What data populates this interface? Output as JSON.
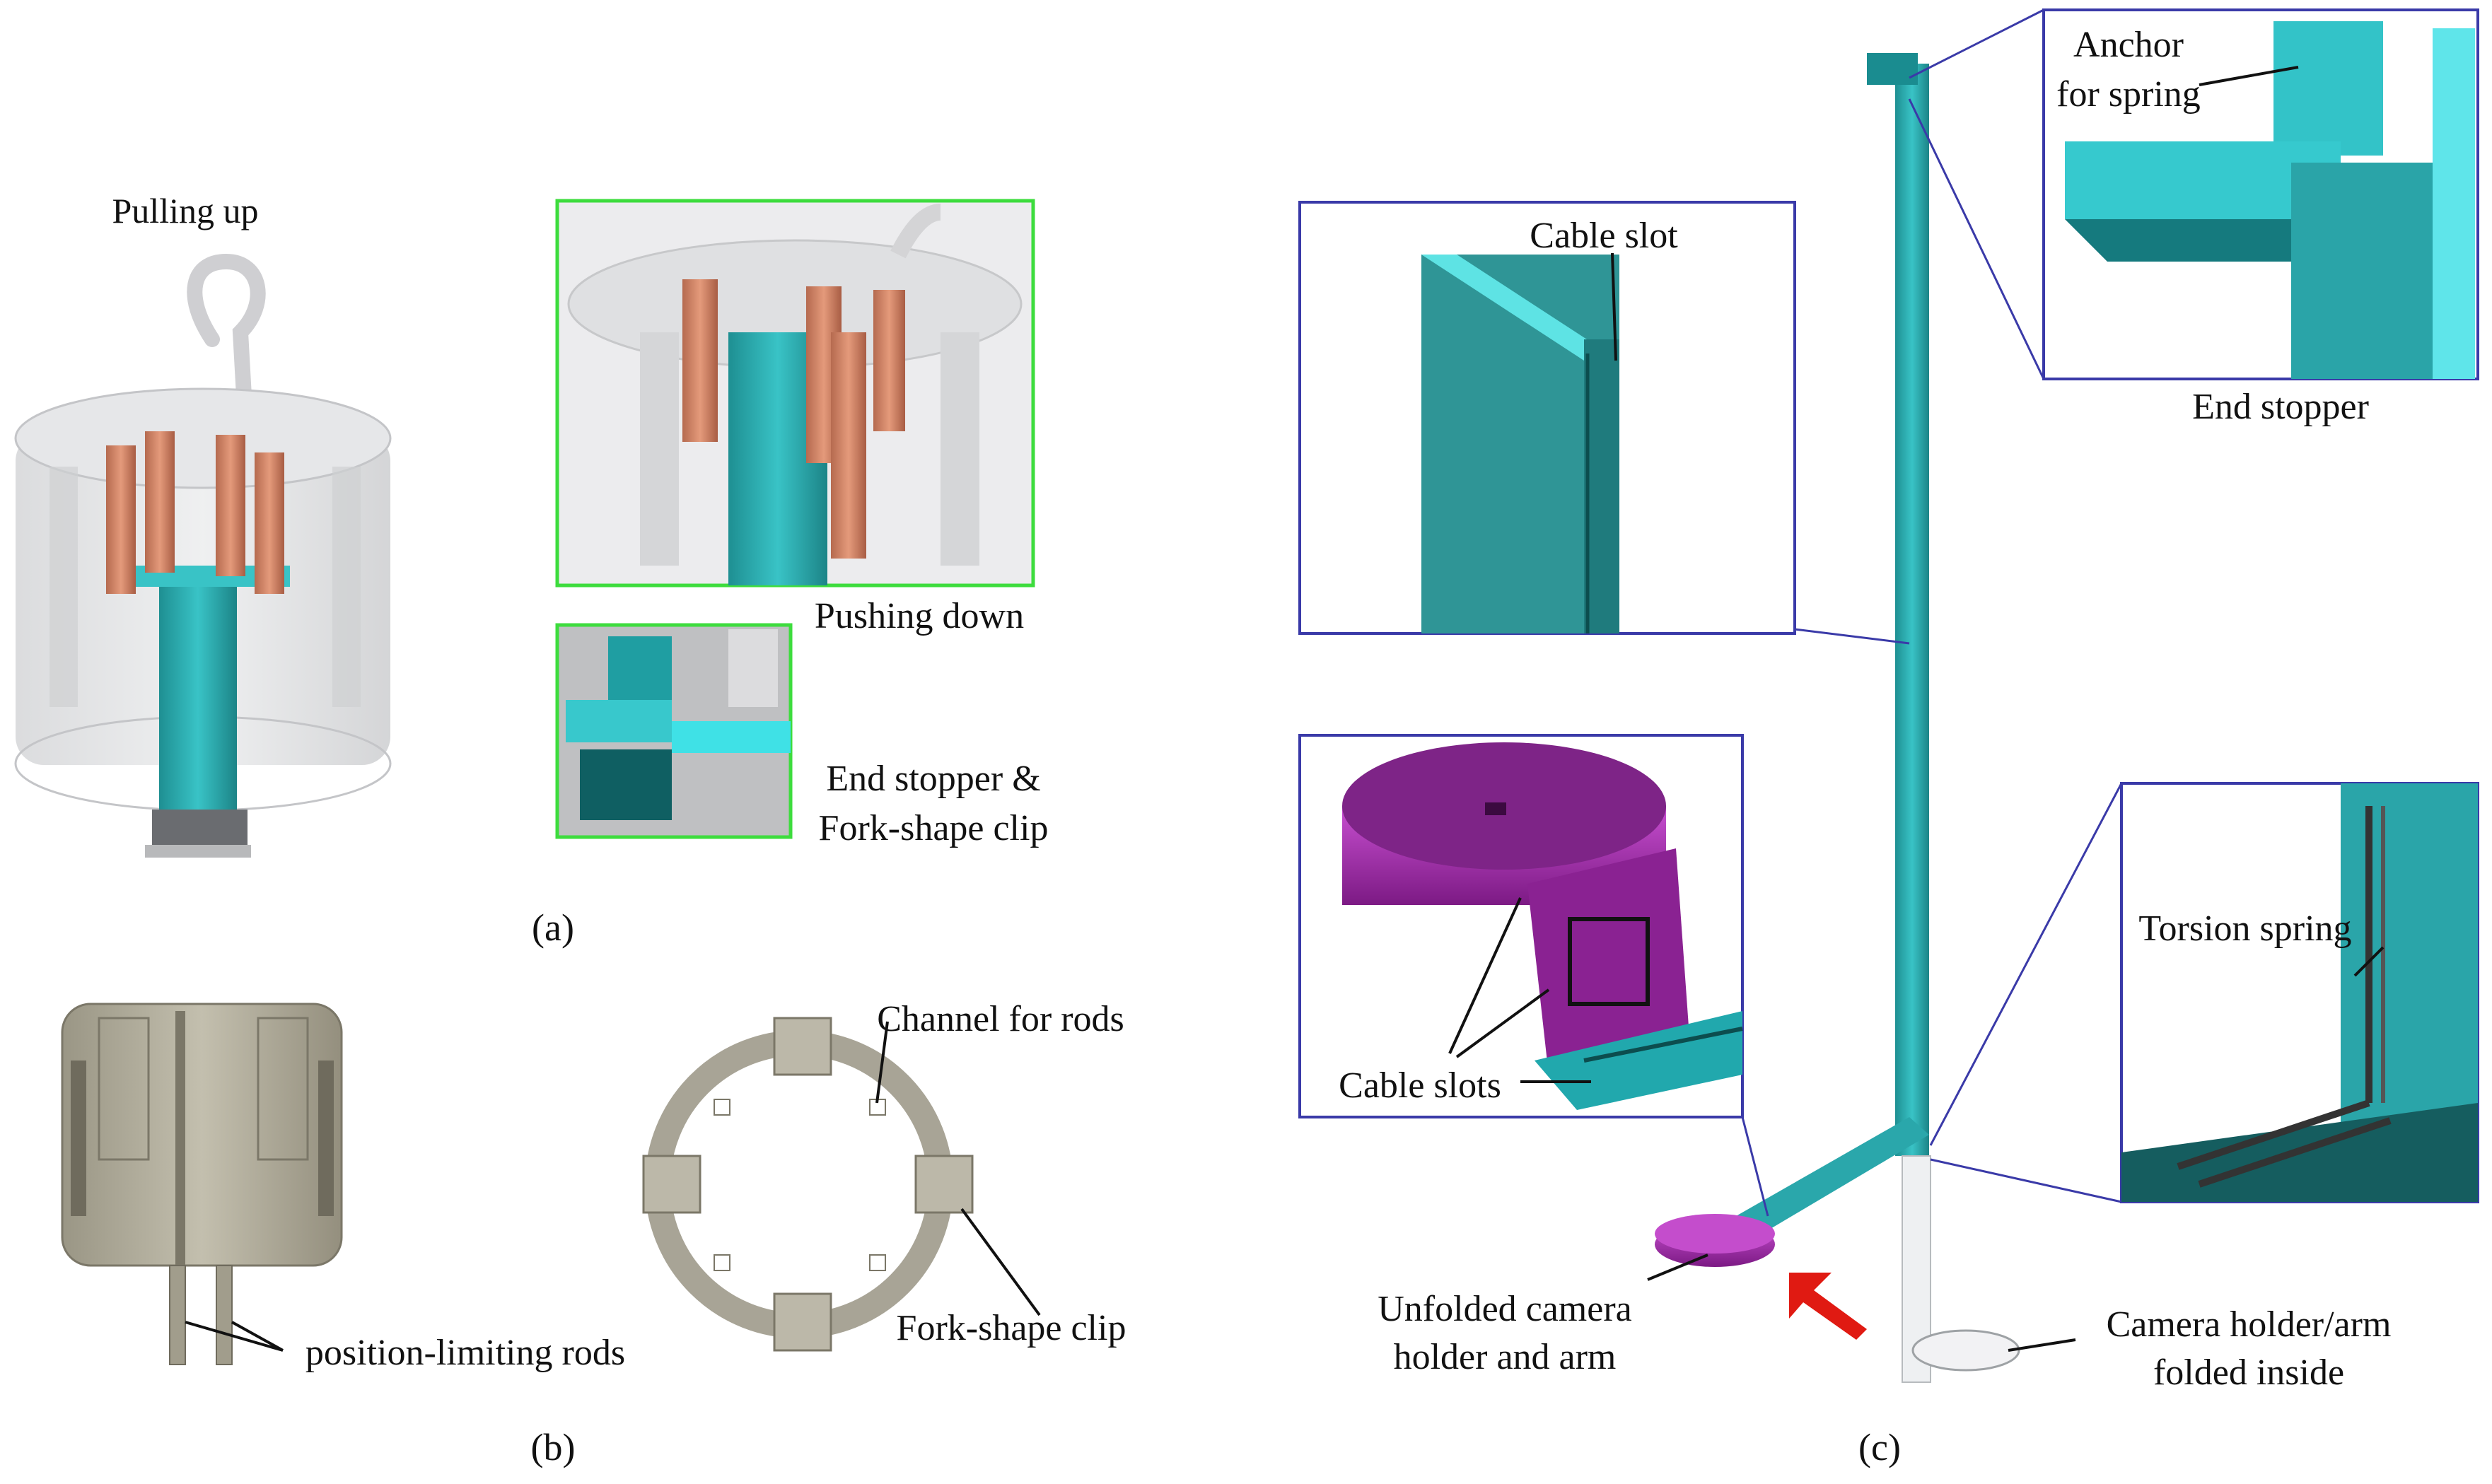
{
  "panel_a": {
    "label": "(a)",
    "pulling_up": "Pulling up",
    "pushing_down": "Pushing down",
    "end_stopper_line1": "End stopper &",
    "end_stopper_line2": "Fork-shape clip",
    "inset_color": "#3ddc3d"
  },
  "panel_b": {
    "label": "(b)",
    "channel_for_rods": "Channel for rods",
    "fork_shape_clip": "Fork-shape clip",
    "position_limiting_rods": "position-limiting rods",
    "part_color": "#a8a496"
  },
  "panel_c": {
    "label": "(c)",
    "cable_slot": "Cable slot",
    "anchor_line1": "Anchor",
    "anchor_line2": "for spring",
    "end_stopper": "End stopper",
    "cable_slots": "Cable slots",
    "torsion_spring": "Torsion spring",
    "unfolded_line1": "Unfolded camera",
    "unfolded_line2": "holder and arm",
    "folded_line1": "Camera holder/arm",
    "folded_line2": "folded inside",
    "inset_color": "#3a3aa8",
    "rail_color": "#2fb4b8",
    "holder_color": "#a02aa8",
    "arrow_color": "#e01a12"
  }
}
